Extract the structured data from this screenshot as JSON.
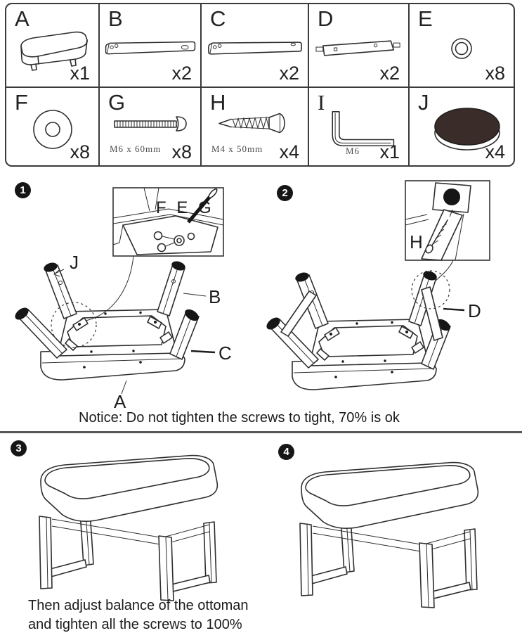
{
  "parts": [
    {
      "id": "A",
      "qty": "x1",
      "icon": "ottoman-base-icon"
    },
    {
      "id": "B",
      "qty": "x2",
      "icon": "long-rail-icon"
    },
    {
      "id": "C",
      "qty": "x2",
      "icon": "side-rail-icon"
    },
    {
      "id": "D",
      "qty": "x2",
      "icon": "short-stretcher-icon"
    },
    {
      "id": "E",
      "qty": "x8",
      "icon": "ring-washer-icon"
    },
    {
      "id": "F",
      "qty": "x8",
      "icon": "flat-washer-icon"
    },
    {
      "id": "G",
      "qty": "x8",
      "spec": "M6 x 60mm",
      "icon": "bolt-icon"
    },
    {
      "id": "H",
      "qty": "x4",
      "spec": "M4 x 50mm",
      "icon": "wood-screw-icon"
    },
    {
      "id": "I",
      "qty": "x1",
      "spec": "M6",
      "icon": "allen-key-icon"
    },
    {
      "id": "J",
      "qty": "x4",
      "icon": "foot-pad-icon"
    }
  ],
  "steps": {
    "step1": {
      "number": "1",
      "inset_label": "F E G",
      "labels": {
        "j": "J",
        "b": "B",
        "c": "C",
        "a": "A"
      }
    },
    "step2": {
      "number": "2",
      "inset_label": "H",
      "labels": {
        "d": "D"
      }
    },
    "step3": {
      "number": "3"
    },
    "step4": {
      "number": "4"
    }
  },
  "notice": "Notice: Do not tighten the screws to tight, 70% is ok",
  "footer": {
    "line1": "Then adjust balance of the ottoman",
    "line2": "and tighten all the screws to 100%"
  },
  "colors": {
    "line": "#2e2e2e",
    "foot_pad": "#3a2c28",
    "badge": "#161616",
    "divider": "#585858"
  }
}
